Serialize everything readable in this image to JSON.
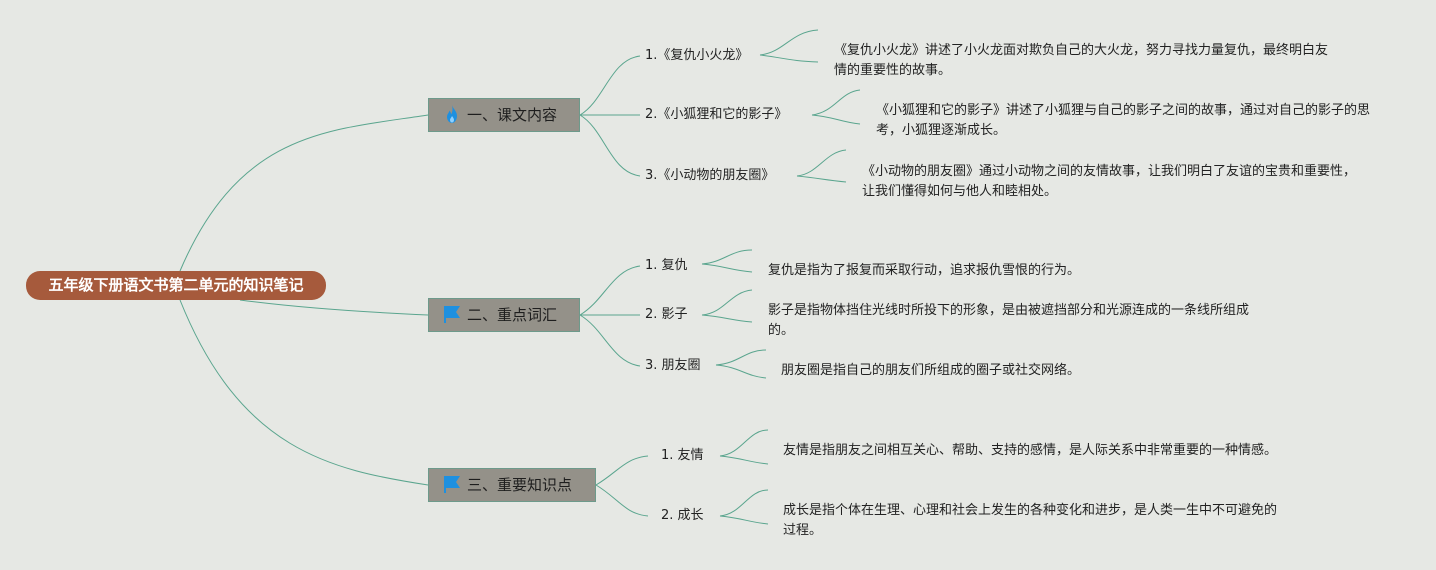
{
  "root": {
    "label": "五年级下册语文书第二单元的知识笔记"
  },
  "branches": [
    {
      "label": "一、课文内容",
      "icon": "fire-icon",
      "items": [
        {
          "label": "1.《复仇小火龙》",
          "desc": "《复仇小火龙》讲述了小火龙面对欺负自己的大火龙，努力寻找力量复仇，最终明白友情的重要性的故事。"
        },
        {
          "label": "2.《小狐狸和它的影子》",
          "desc": "《小狐狸和它的影子》讲述了小狐狸与自己的影子之间的故事，通过对自己的影子的思考，小狐狸逐渐成长。"
        },
        {
          "label": "3.《小动物的朋友圈》",
          "desc": "《小动物的朋友圈》通过小动物之间的友情故事，让我们明白了友谊的宝贵和重要性，让我们懂得如何与他人和睦相处。"
        }
      ]
    },
    {
      "label": "二、重点词汇",
      "icon": "flag-icon",
      "items": [
        {
          "label": "1. 复仇",
          "desc": "复仇是指为了报复而采取行动，追求报仇雪恨的行为。"
        },
        {
          "label": "2. 影子",
          "desc": "影子是指物体挡住光线时所投下的形象，是由被遮挡部分和光源连成的一条线所组成的。"
        },
        {
          "label": "3. 朋友圈",
          "desc": "朋友圈是指自己的朋友们所组成的圈子或社交网络。"
        }
      ]
    },
    {
      "label": "三、重要知识点",
      "icon": "flag-icon",
      "items": [
        {
          "label": "1. 友情",
          "desc": "友情是指朋友之间相互关心、帮助、支持的感情，是人际关系中非常重要的一种情感。"
        },
        {
          "label": "2. 成长",
          "desc": "成长是指个体在生理、心理和社会上发生的各种变化和进步，是人类一生中不可避免的过程。"
        }
      ]
    }
  ],
  "colors": {
    "background": "#e6e8e4",
    "root_fill": "#a65a3c",
    "branch_fill": "#949189",
    "connector": "#5aa58e",
    "icon_blue": "#1e90e0"
  }
}
